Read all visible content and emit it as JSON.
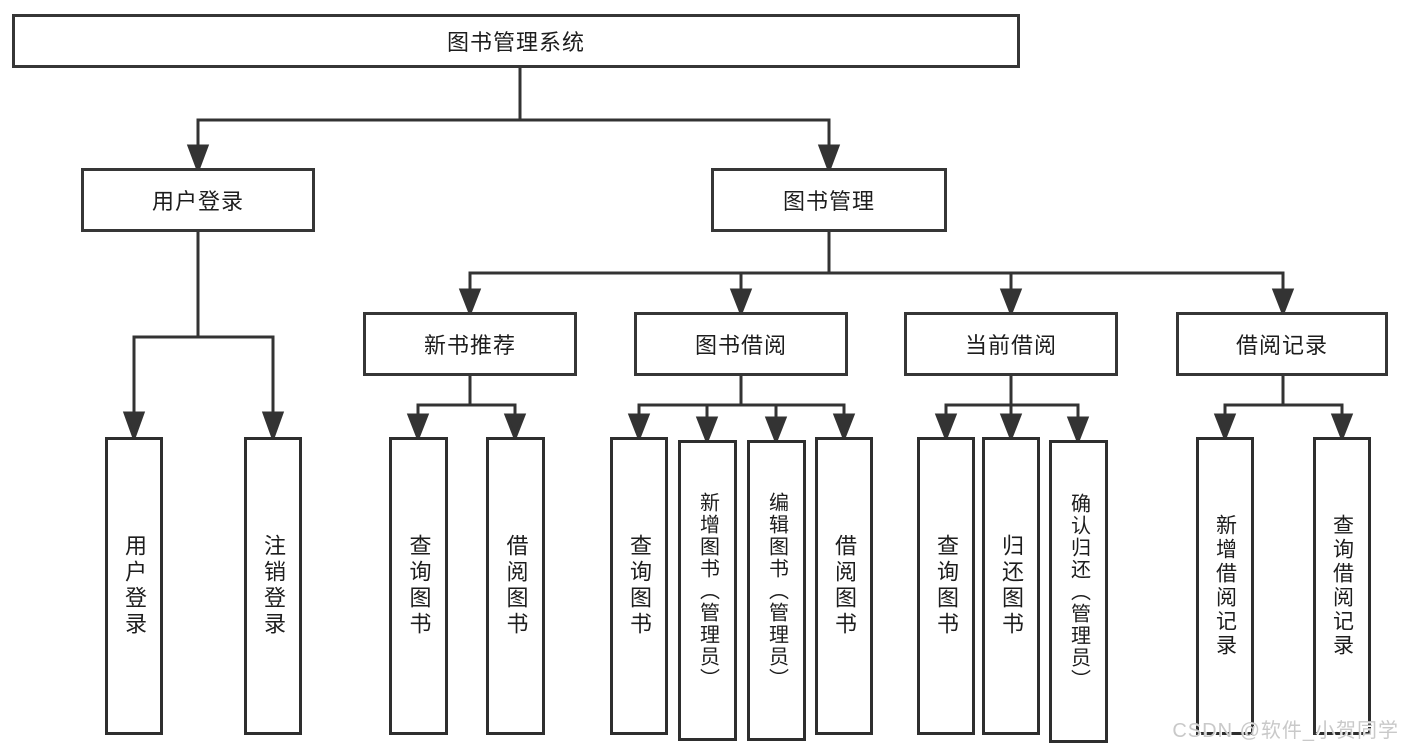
{
  "diagram": {
    "title": "图书管理系统",
    "root": {
      "label": "图书管理系统"
    },
    "branches": [
      {
        "label": "用户登录"
      },
      {
        "label": "图书管理"
      }
    ],
    "modules": [
      {
        "label": "新书推荐"
      },
      {
        "label": "图书借阅"
      },
      {
        "label": "当前借阅"
      },
      {
        "label": "借阅记录"
      }
    ],
    "leaves": [
      {
        "label": "用户登录"
      },
      {
        "label": "注销登录"
      },
      {
        "label": "查询图书"
      },
      {
        "label": "借阅图书"
      },
      {
        "label": "查询图书"
      },
      {
        "label": "新增图书（管理员）"
      },
      {
        "label": "编辑图书（管理员）"
      },
      {
        "label": "借阅图书"
      },
      {
        "label": "查询图书"
      },
      {
        "label": "归还图书"
      },
      {
        "label": "确认归还（管理员）"
      },
      {
        "label": "新增借阅记录"
      },
      {
        "label": "查询借阅记录"
      }
    ]
  },
  "watermark": {
    "text": "CSDN @软件_小贺同学"
  },
  "colors": {
    "line": "#333333",
    "box_border": "#2e2e2e",
    "text": "#1d1d1d",
    "watermark": "#c9c9c9",
    "background": "#ffffff"
  }
}
